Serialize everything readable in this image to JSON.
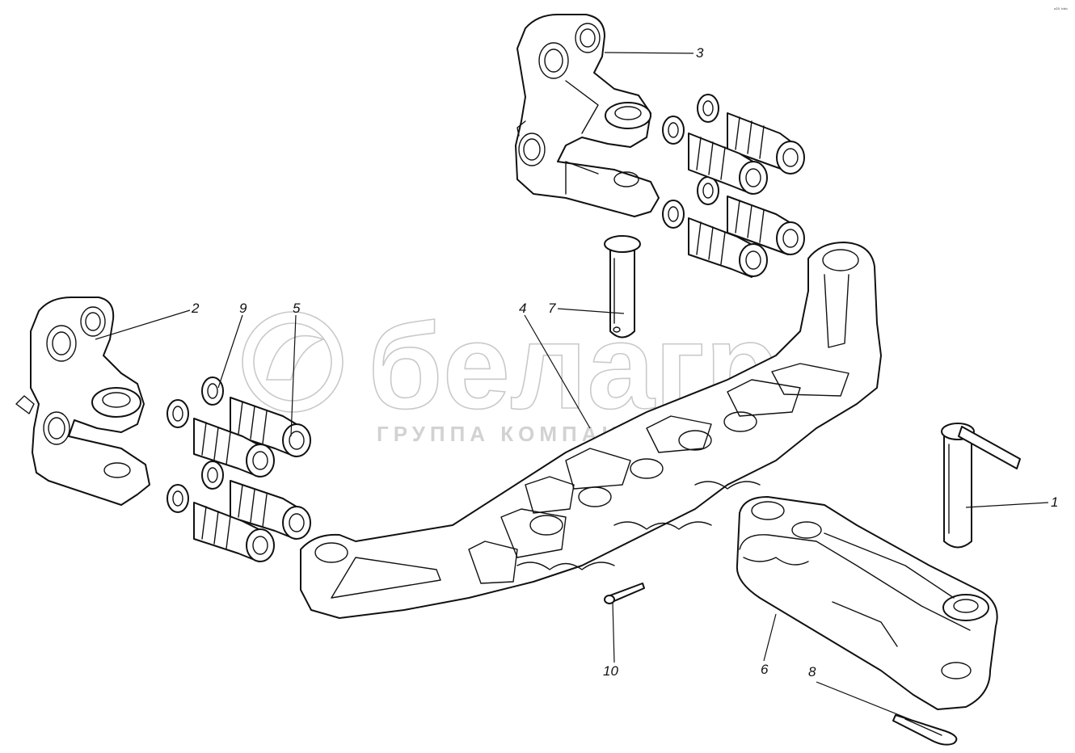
{
  "diagram": {
    "corner_note": "ᵃ²⁵ ᵇᵇᵇ",
    "watermark": {
      "brand": "белагро",
      "subtitle": "ГРУППА КОМПАНИЙ"
    },
    "callouts": [
      {
        "id": "1",
        "label": "1"
      },
      {
        "id": "2",
        "label": "2"
      },
      {
        "id": "3",
        "label": "3"
      },
      {
        "id": "4",
        "label": "4"
      },
      {
        "id": "5",
        "label": "5"
      },
      {
        "id": "6",
        "label": "6"
      },
      {
        "id": "7",
        "label": "7"
      },
      {
        "id": "8",
        "label": "8"
      },
      {
        "id": "9",
        "label": "9"
      },
      {
        "id": "10",
        "label": "10"
      }
    ]
  }
}
